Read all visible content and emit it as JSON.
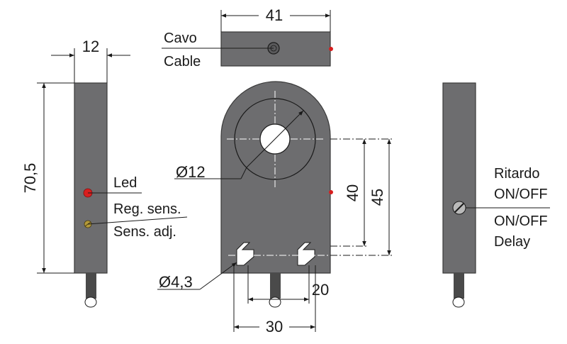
{
  "dimensions": {
    "width_top": "41",
    "width_side": "12",
    "height_side": "70,5",
    "hole_diameter": "Ø12",
    "slot_diameter": "Ø4,3",
    "height_40": "40",
    "height_45": "45",
    "spacing_20": "20",
    "spacing_30": "30"
  },
  "labels": {
    "cable_it": "Cavo",
    "cable_en": "Cable",
    "led": "Led",
    "reg_sens": "Reg. sens.",
    "sens_adj": "Sens. adj.",
    "delay_it": "Ritardo",
    "delay_it_onoff": "ON/OFF",
    "delay_en_onoff": "ON/OFF",
    "delay_en": "Delay"
  },
  "colors": {
    "body": "#6d6d6f",
    "led": "#d81e1e",
    "line": "#1a1a1a"
  }
}
